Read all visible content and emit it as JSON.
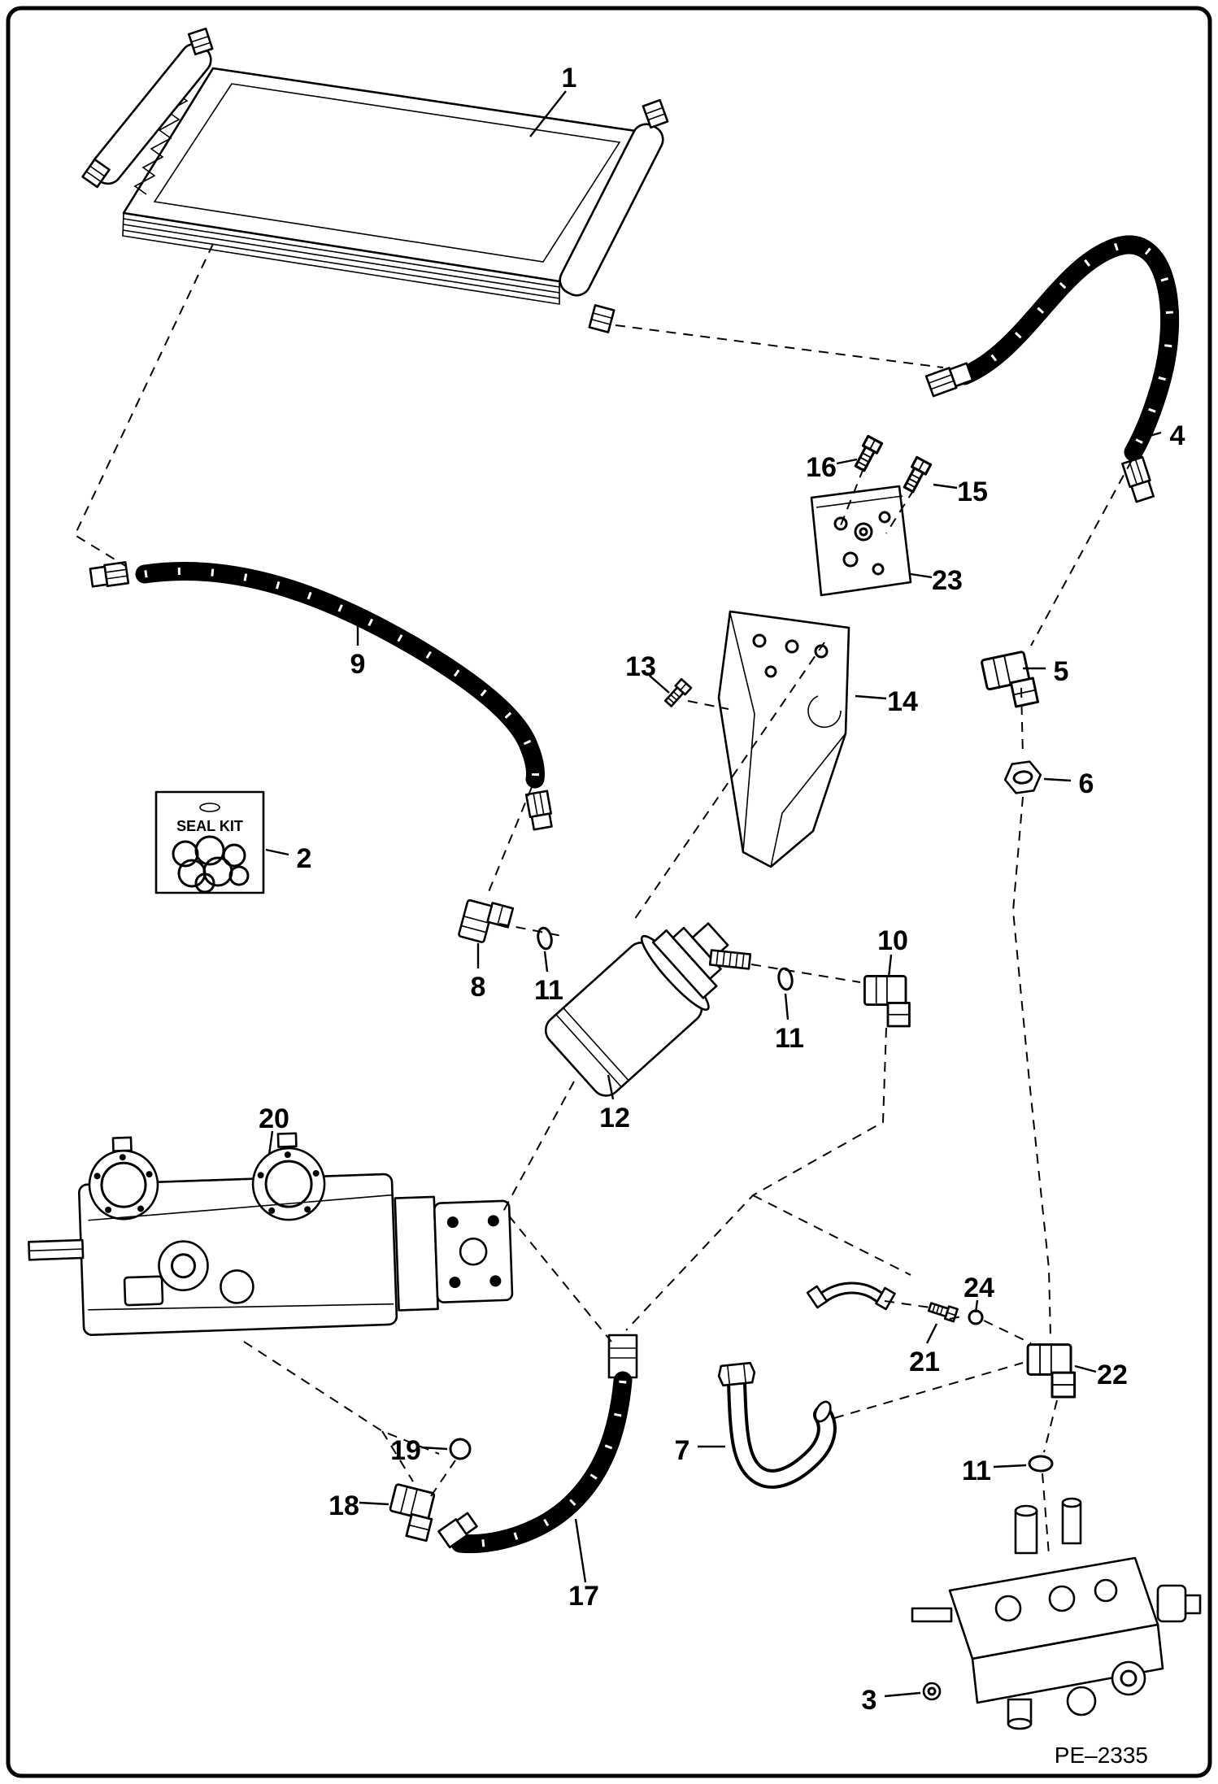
{
  "page": {
    "figure_code": "PE–2335",
    "background_color": "#ffffff",
    "line_color": "#000000"
  },
  "seal_kit": {
    "label": "SEAL KIT"
  },
  "callouts": [
    {
      "label": "1"
    },
    {
      "label": "4"
    },
    {
      "label": "16"
    },
    {
      "label": "15"
    },
    {
      "label": "23"
    },
    {
      "label": "13"
    },
    {
      "label": "5"
    },
    {
      "label": "14"
    },
    {
      "label": "6"
    },
    {
      "label": "9"
    },
    {
      "label": "2"
    },
    {
      "label": "8"
    },
    {
      "label": "11"
    },
    {
      "label": "10"
    },
    {
      "label": "11"
    },
    {
      "label": "12"
    },
    {
      "label": "20"
    },
    {
      "label": "24"
    },
    {
      "label": "21"
    },
    {
      "label": "22"
    },
    {
      "label": "7"
    },
    {
      "label": "19"
    },
    {
      "label": "11"
    },
    {
      "label": "18"
    },
    {
      "label": "17"
    },
    {
      "label": "3"
    }
  ]
}
